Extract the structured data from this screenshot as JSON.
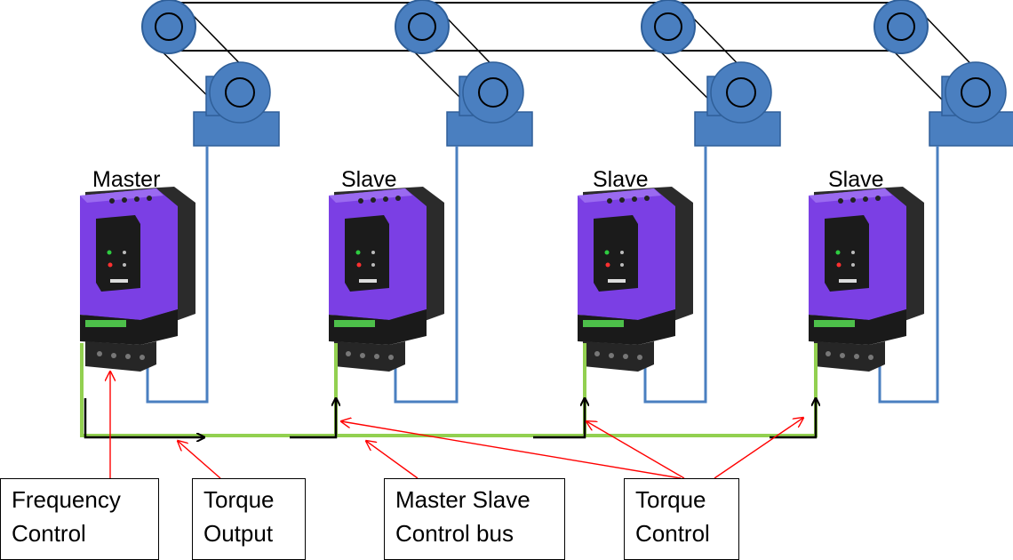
{
  "drives": [
    {
      "label": "Master"
    },
    {
      "label": "Slave"
    },
    {
      "label": "Slave"
    },
    {
      "label": "Slave"
    }
  ],
  "callouts": {
    "frequency": {
      "line1": "Frequency",
      "line2": "Control"
    },
    "torque_output": {
      "line1": "Torque",
      "line2": "Output"
    },
    "bus": {
      "line1": "Master Slave",
      "line2": "Control bus"
    },
    "torque_control": {
      "line1": "Torque",
      "line2": "Control"
    }
  },
  "colors": {
    "pulley": "#4a7fc0",
    "motor_cable": "#4a7fc0",
    "bus": "#92d050",
    "signal": "#000000",
    "annotation": "#ff0000",
    "drive_body": "#7a3ee0"
  }
}
